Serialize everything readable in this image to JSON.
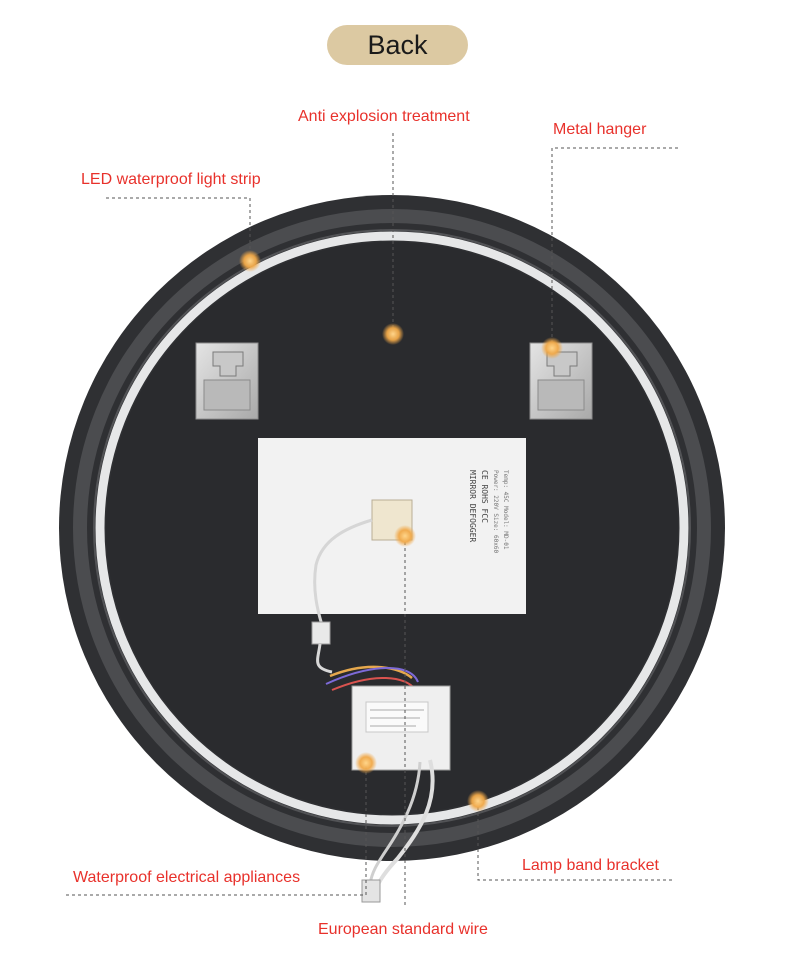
{
  "title": "Back",
  "callouts": {
    "anti_explosion": "Anti explosion treatment",
    "metal_hanger": "Metal hanger",
    "led_strip": "LED waterproof light strip",
    "electrical": "Waterproof electrical appliances",
    "lamp_bracket": "Lamp band bracket",
    "wire": "European standard wire"
  },
  "label_sheet": {
    "line1": "MIRROR DEFOGGER",
    "line2": "CE ROHS FCC"
  },
  "colors": {
    "accent_text": "#e8312b",
    "pill": "#dcc9a2",
    "mirror_back": "#2f3033",
    "led_ring": "#e6e7e8",
    "dot": "#f0a848"
  }
}
